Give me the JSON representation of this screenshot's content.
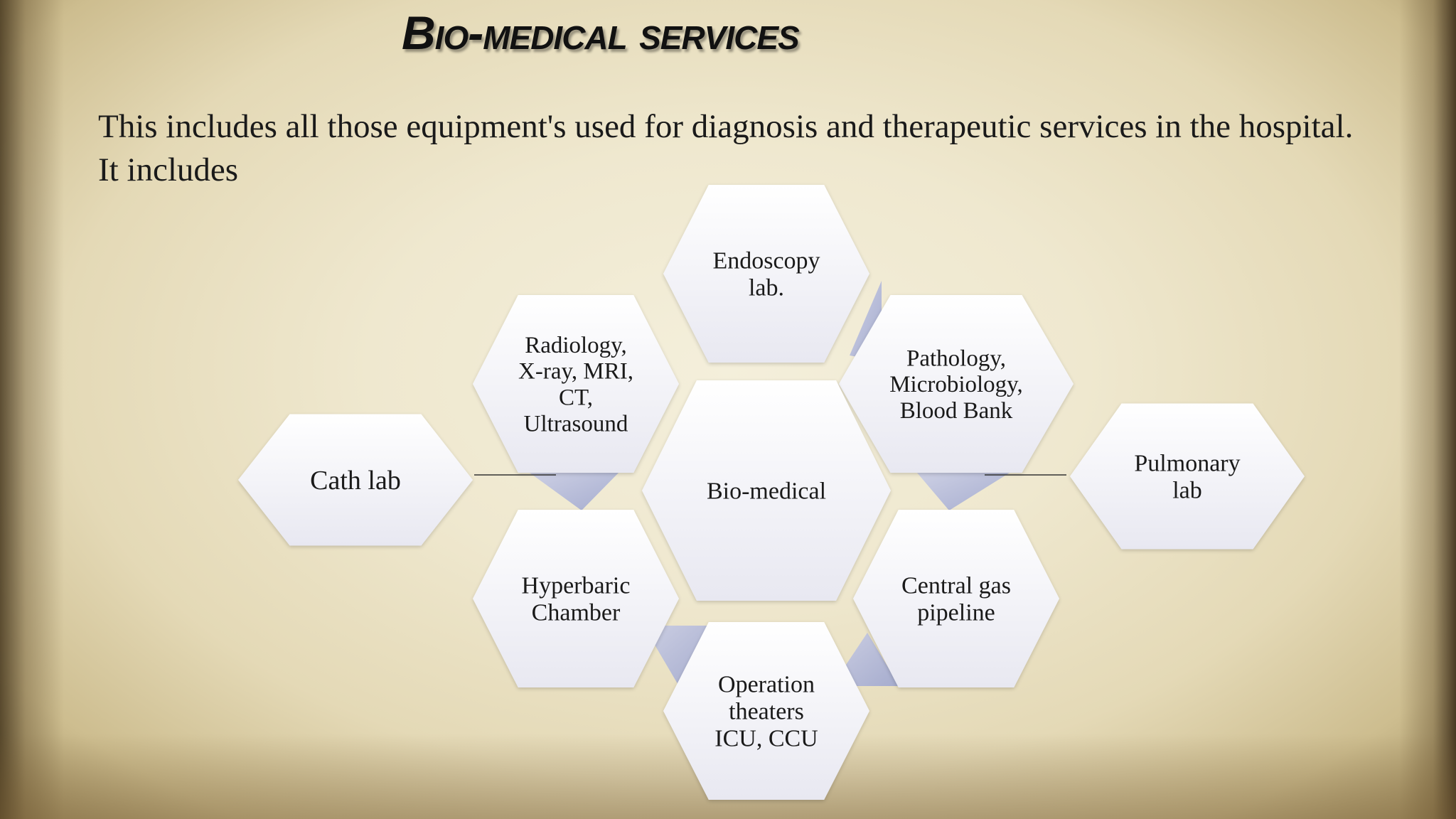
{
  "title": "Bio-medical services",
  "intro": "This includes all those equipment's used for diagnosis and therapeutic services in the hospital. It includes",
  "diagram": {
    "center": {
      "lines": [
        "Bio-medical"
      ]
    },
    "ring": [
      {
        "key": "top",
        "lines": [
          "Endoscopy",
          "lab."
        ]
      },
      {
        "key": "upper-right",
        "lines": [
          "Pathology,",
          "Microbiology,",
          "Blood Bank"
        ]
      },
      {
        "key": "lower-right",
        "lines": [
          "Central gas",
          "pipeline"
        ]
      },
      {
        "key": "bottom",
        "lines": [
          "Operation",
          "theaters",
          "ICU, CCU"
        ]
      },
      {
        "key": "lower-left",
        "lines": [
          "Hyperbaric",
          "Chamber"
        ]
      },
      {
        "key": "upper-left",
        "lines": [
          "Radiology,",
          "X-ray, MRI,",
          "CT,",
          "Ultrasound"
        ]
      }
    ],
    "outer": [
      {
        "key": "left",
        "lines": [
          "Cath lab"
        ]
      },
      {
        "key": "right",
        "lines": [
          "Pulmonary",
          "lab"
        ]
      }
    ],
    "colors": {
      "hex_fill_top": "#ffffff",
      "hex_fill_bottom": "#eaeaf2",
      "accent": "#b7bddc"
    }
  }
}
